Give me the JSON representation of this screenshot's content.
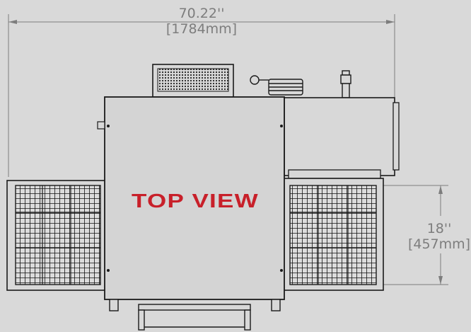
{
  "drawing": {
    "title": "TOP VIEW",
    "background_color": "#d9d9d9",
    "title_color": "#c8202a",
    "line_color": "#1a1a1a",
    "dimension_color": "#7d7d7d"
  },
  "dimensions": {
    "width": {
      "imperial": "70.22''",
      "metric": "[1784mm]"
    },
    "depth": {
      "imperial": "18''",
      "metric": "[457mm]"
    }
  }
}
